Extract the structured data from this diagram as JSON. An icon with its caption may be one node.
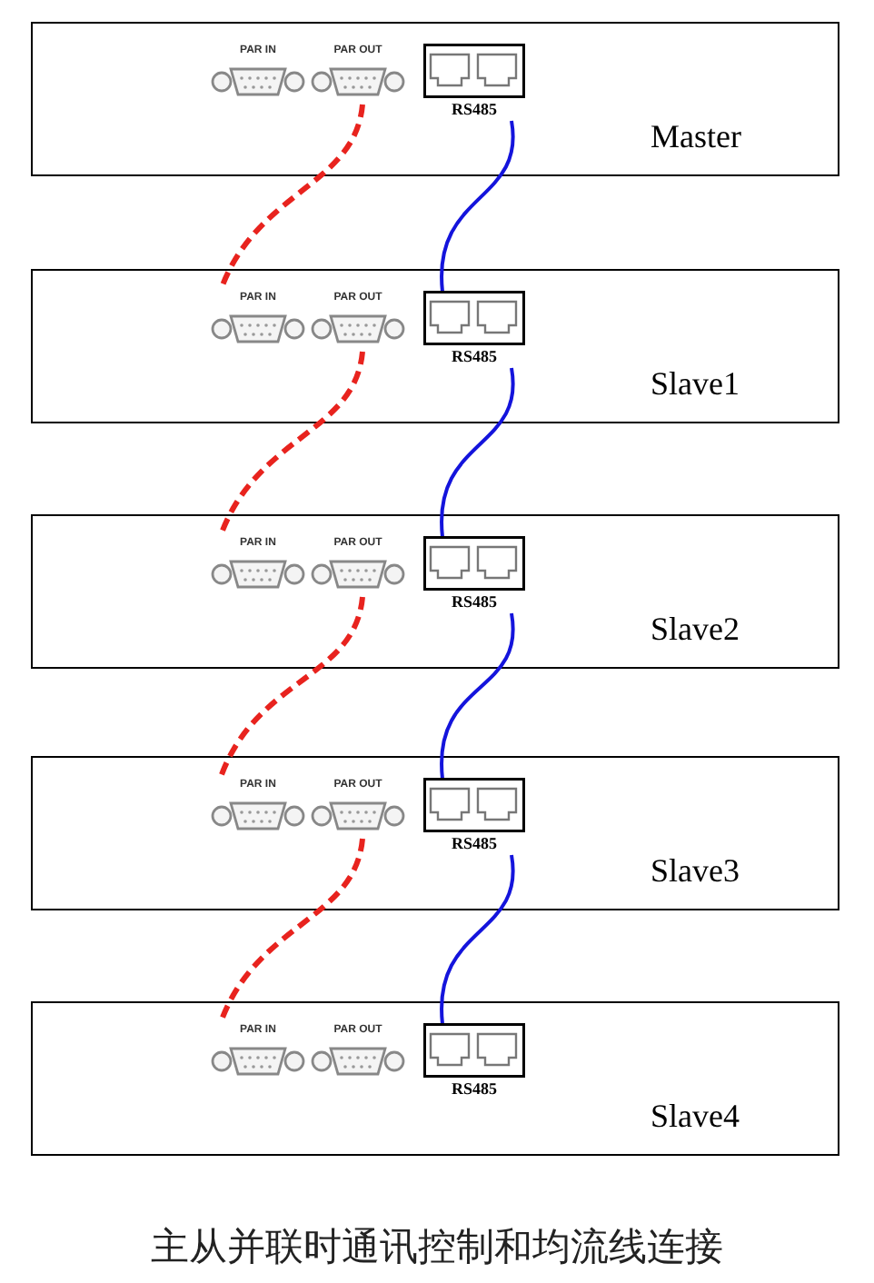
{
  "diagram": {
    "caption": "主从并联时通讯控制和均流线连接",
    "nodes": [
      {
        "text": [
          "Master"
        ]
      },
      {
        "text": [
          "PAR IN"
        ],
        "in": 0
      },
      {
        "text": [
          "PAR OUT"
        ],
        "in": 0
      },
      {
        "text": [
          "RS485"
        ],
        "in": 0
      },
      {
        "text": [
          "Slave1"
        ]
      },
      {
        "text": [
          "PAR IN"
        ],
        "in": 4
      },
      {
        "text": [
          "PAR OUT"
        ],
        "in": 4
      },
      {
        "text": [
          "RS485"
        ],
        "in": 4
      },
      {
        "text": [
          "Slave2"
        ]
      },
      {
        "text": [
          "PAR IN"
        ],
        "in": 8
      },
      {
        "text": [
          "PAR OUT"
        ],
        "in": 8
      },
      {
        "text": [
          "RS485"
        ],
        "in": 8
      },
      {
        "text": [
          "Slave3"
        ]
      },
      {
        "text": [
          "PAR IN"
        ],
        "in": 12
      },
      {
        "text": [
          "PAR OUT"
        ],
        "in": 12
      },
      {
        "text": [
          "RS485"
        ],
        "in": 12
      },
      {
        "text": [
          "Slave4"
        ]
      },
      {
        "text": [
          "PAR IN"
        ],
        "in": 16
      },
      {
        "text": [
          "PAR OUT"
        ],
        "in": 16
      },
      {
        "text": [
          "RS485"
        ],
        "in": 16
      }
    ],
    "edges": [
      {
        "from": 2,
        "to": 5,
        "arrow": "none",
        "style": "dashed",
        "color": "#e8231e"
      },
      {
        "from": 3,
        "to": 7,
        "arrow": "none",
        "color": "#1414dc"
      },
      {
        "from": 6,
        "to": 9,
        "arrow": "none",
        "style": "dashed",
        "color": "#e8231e"
      },
      {
        "from": 7,
        "to": 11,
        "arrow": "none",
        "color": "#1414dc"
      },
      {
        "from": 10,
        "to": 13,
        "arrow": "none",
        "style": "dashed",
        "color": "#e8231e"
      },
      {
        "from": 11,
        "to": 15,
        "arrow": "none",
        "color": "#1414dc"
      },
      {
        "from": 14,
        "to": 17,
        "arrow": "none",
        "style": "dashed",
        "color": "#e8231e"
      },
      {
        "from": 15,
        "to": 19,
        "arrow": "none",
        "color": "#1414dc"
      }
    ]
  }
}
